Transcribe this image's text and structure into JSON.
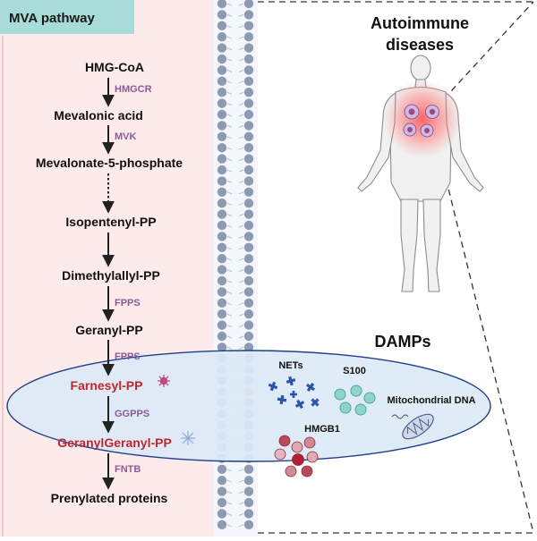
{
  "pathway": {
    "title": "MVA pathway",
    "metabolites": [
      "HMG-CoA",
      "Mevalonic acid",
      "Mevalonate-5-phosphate",
      "Isopentenyl-PP",
      "Dimethylallyl-PP",
      "Geranyl-PP",
      "Farnesyl-PP",
      "GeranylGeranyl-PP",
      "Prenylated proteins"
    ],
    "enzymes": [
      "HMGCR",
      "MVK",
      "FPPS",
      "FPPS",
      "GGPPS",
      "FNTB"
    ]
  },
  "disease": {
    "line1": "Autoimmune",
    "line2": "diseases"
  },
  "damps": {
    "title": "DAMPs",
    "items": [
      "NETs",
      "S100",
      "Mitochondrial DNA",
      "HMGB1"
    ]
  },
  "colors": {
    "pathway_bg": "#fdeaea",
    "title_bg": "#a8dcd9",
    "highlight_text": "#c0272d",
    "enzyme_text": "#8a5a9b",
    "ellipse_fill": "#dce9f6",
    "ellipse_stroke": "#1f3e8a",
    "membrane": "#8d9bb0"
  }
}
